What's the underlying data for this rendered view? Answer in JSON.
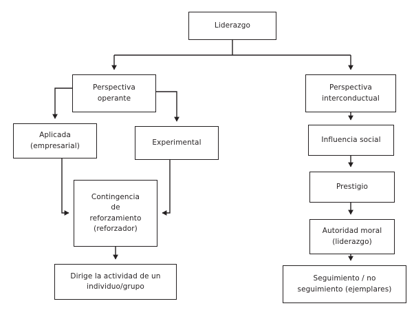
{
  "diagram": {
    "title": "Liderazgo",
    "background_color": "#ffffff",
    "line_color": "#231f20",
    "text_color": "#231f20",
    "nodes": {
      "liderazgo": "Liderazgo",
      "perspectiva_operante": "Perspectiva\noperante",
      "perspectiva_interconductual": "Perspectiva\ninterconductual",
      "aplicada": "Aplicada\n(empresarial)",
      "experimental": "Experimental",
      "influencia_social": "Influencia social",
      "contingencia": "Contingencia\nde\nreforzamiento\n(reforzador)",
      "prestigio": "Prestigio",
      "autoridad_moral": "Autoridad moral\n(liderazgo)",
      "dirige_actividad": "Dirige la actividad de un\nindividuo/grupo",
      "seguimiento": "Seguimiento / no\nseguimiento (ejemplares)"
    },
    "edges": [
      {
        "from": "liderazgo",
        "to": "perspectiva_operante",
        "arrow": "down"
      },
      {
        "from": "liderazgo",
        "to": "perspectiva_interconductual",
        "arrow": "down"
      },
      {
        "from": "perspectiva_operante",
        "to": "aplicada",
        "arrow": "down"
      },
      {
        "from": "perspectiva_operante",
        "to": "experimental",
        "arrow": "down"
      },
      {
        "from": "aplicada",
        "to": "contingencia",
        "arrow": "right"
      },
      {
        "from": "experimental",
        "to": "contingencia",
        "arrow": "left"
      },
      {
        "from": "contingencia",
        "to": "dirige_actividad",
        "arrow": "down"
      },
      {
        "from": "perspectiva_interconductual",
        "to": "influencia_social",
        "arrow": "down"
      },
      {
        "from": "influencia_social",
        "to": "prestigio",
        "arrow": "down"
      },
      {
        "from": "prestigio",
        "to": "autoridad_moral",
        "arrow": "down"
      },
      {
        "from": "autoridad_moral",
        "to": "seguimiento",
        "arrow": "down"
      }
    ]
  }
}
